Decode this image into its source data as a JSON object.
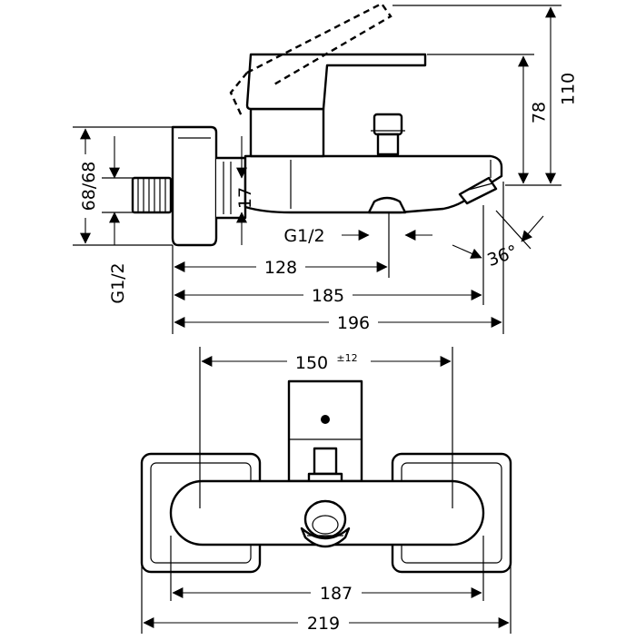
{
  "side_view": {
    "dim_110": "110",
    "dim_78": "78",
    "dim_68_68": "68/68",
    "dim_17": "17",
    "dim_g12_outlet": "G1/2",
    "dim_36deg": "36°",
    "dim_128": "128",
    "dim_185": "185",
    "dim_196": "196",
    "dim_g12_inlet": "G1/2"
  },
  "front_view": {
    "dim_150": "150",
    "dim_150_tol": "±12",
    "dim_187": "187",
    "dim_219": "219"
  }
}
